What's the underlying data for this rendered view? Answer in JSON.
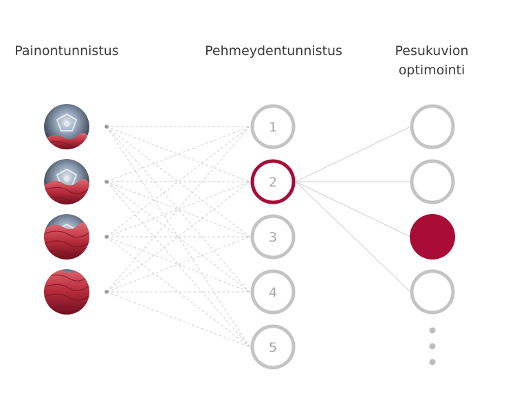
{
  "columns": {
    "weight_title": "Painontunnistus",
    "softness_title": "Pehmeydentunnistus",
    "optimization_title_line1": "Pesukuvion",
    "optimization_title_line2": "optimointi"
  },
  "weight_levels": [
    {
      "name": "load-level-1",
      "fill_fraction": 0.3
    },
    {
      "name": "load-level-2",
      "fill_fraction": 0.5
    },
    {
      "name": "load-level-3",
      "fill_fraction": 0.75
    },
    {
      "name": "load-level-4",
      "fill_fraction": 1.0
    }
  ],
  "softness_levels": [
    "1",
    "2",
    "3",
    "4",
    "5"
  ],
  "selected_softness": "2",
  "optimization_options": 4,
  "selected_option": 3,
  "more_indicator": "ellipsis-vertical",
  "colors": {
    "accent": "#a80c36",
    "circle_gray": "#c4c4c4",
    "line_gray": "#cfcfcf",
    "drum_steel": "#8a9aae",
    "fabric_red": "#c23a4a"
  }
}
